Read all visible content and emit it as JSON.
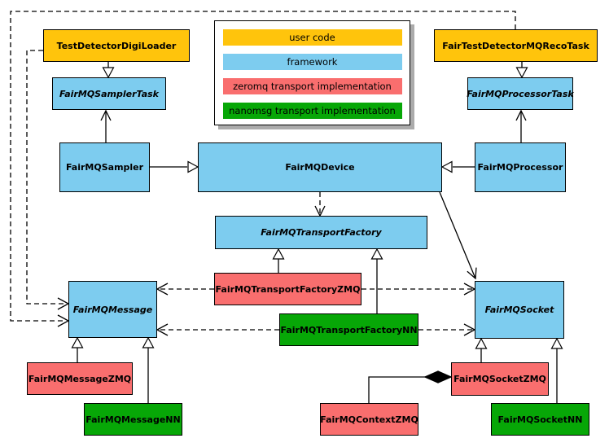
{
  "colors": {
    "user_code": "#FFC40C",
    "framework": "#7DCCEF",
    "zeromq": "#F96E6E",
    "nanomsg": "#07A707",
    "line": "#000000",
    "legend_background": "#FFFFFF",
    "legend_shadow": "#ABABAB"
  },
  "legend": {
    "items": [
      {
        "label": "user code",
        "color": "user_code"
      },
      {
        "label": "framework",
        "color": "framework"
      },
      {
        "label": "zeromq transport implementation",
        "color": "zeromq"
      },
      {
        "label": "nanomsg transport implementation",
        "color": "nanomsg"
      }
    ]
  },
  "nodes": {
    "test_detector_digi_loader": {
      "label": "TestDetectorDigiLoader",
      "category": "user_code",
      "abstract": false
    },
    "fair_test_detector_mq_reco_task": {
      "label": "FairTestDetectorMQRecoTask",
      "category": "user_code",
      "abstract": false
    },
    "fairmq_sampler_task": {
      "label": "FairMQSamplerTask",
      "category": "framework",
      "abstract": true
    },
    "fairmq_processor_task": {
      "label": "FairMQProcessorTask",
      "category": "framework",
      "abstract": true
    },
    "fairmq_sampler": {
      "label": "FairMQSampler",
      "category": "framework",
      "abstract": false
    },
    "fairmq_device": {
      "label": "FairMQDevice",
      "category": "framework",
      "abstract": false
    },
    "fairmq_processor": {
      "label": "FairMQProcessor",
      "category": "framework",
      "abstract": false
    },
    "fairmq_transport_factory": {
      "label": "FairMQTransportFactory",
      "category": "framework",
      "abstract": true
    },
    "fairmq_transport_factory_zmq": {
      "label": "FairMQTransportFactoryZMQ",
      "category": "zeromq",
      "abstract": false
    },
    "fairmq_transport_factory_nn": {
      "label": "FairMQTransportFactoryNN",
      "category": "nanomsg",
      "abstract": false
    },
    "fairmq_message": {
      "label": "FairMQMessage",
      "category": "framework",
      "abstract": true
    },
    "fairmq_socket": {
      "label": "FairMQSocket",
      "category": "framework",
      "abstract": true
    },
    "fairmq_message_zmq": {
      "label": "FairMQMessageZMQ",
      "category": "zeromq",
      "abstract": false
    },
    "fairmq_message_nn": {
      "label": "FairMQMessageNN",
      "category": "nanomsg",
      "abstract": false
    },
    "fairmq_context_zmq": {
      "label": "FairMQContextZMQ",
      "category": "zeromq",
      "abstract": false
    },
    "fairmq_socket_zmq": {
      "label": "FairMQSocketZMQ",
      "category": "zeromq",
      "abstract": false
    },
    "fairmq_socket_nn": {
      "label": "FairMQSocketNN",
      "category": "nanomsg",
      "abstract": false
    }
  }
}
